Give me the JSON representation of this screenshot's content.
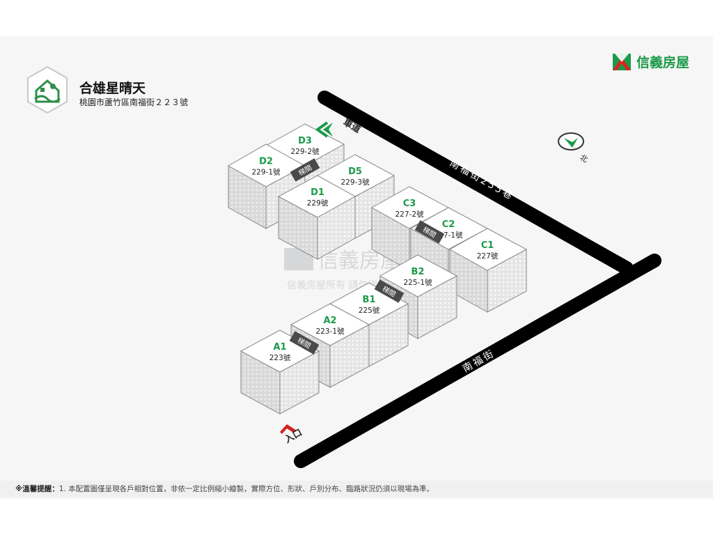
{
  "header": {
    "community_name": "合雄星晴天",
    "address": "桃園市蘆竹區南福街２２３號"
  },
  "brand": {
    "name": "信義房屋",
    "color": "#1a9a48",
    "accent": "#e02020",
    "watermark_text": "信義房屋",
    "watermark_sub": "信義房屋所有 請勿盜用"
  },
  "roads": {
    "lane": "南福街255巷",
    "street": "南福街",
    "driveway": "車道"
  },
  "markers": {
    "north": "北",
    "entrance": "入口"
  },
  "stair_label": "梯間",
  "buildings": [
    {
      "id": "D3",
      "addr": "229-2號"
    },
    {
      "id": "D2",
      "addr": "229-1號"
    },
    {
      "id": "D5",
      "addr": "229-3號"
    },
    {
      "id": "D1",
      "addr": "229號"
    },
    {
      "id": "C3",
      "addr": "227-2號"
    },
    {
      "id": "C2",
      "addr": "227-1號"
    },
    {
      "id": "C1",
      "addr": "227號"
    },
    {
      "id": "B2",
      "addr": "225-1號"
    },
    {
      "id": "B1",
      "addr": "225號"
    },
    {
      "id": "A2",
      "addr": "223-1號"
    },
    {
      "id": "A1",
      "addr": "223號"
    }
  ],
  "footer": {
    "title": "※溫馨提醒：",
    "text": "1. 本配置圖僅呈現各戶相對位置，非依一定比例縮小繪製，實際方位、形狀、戶別分布、臨路狀況仍須以現場為準。"
  }
}
